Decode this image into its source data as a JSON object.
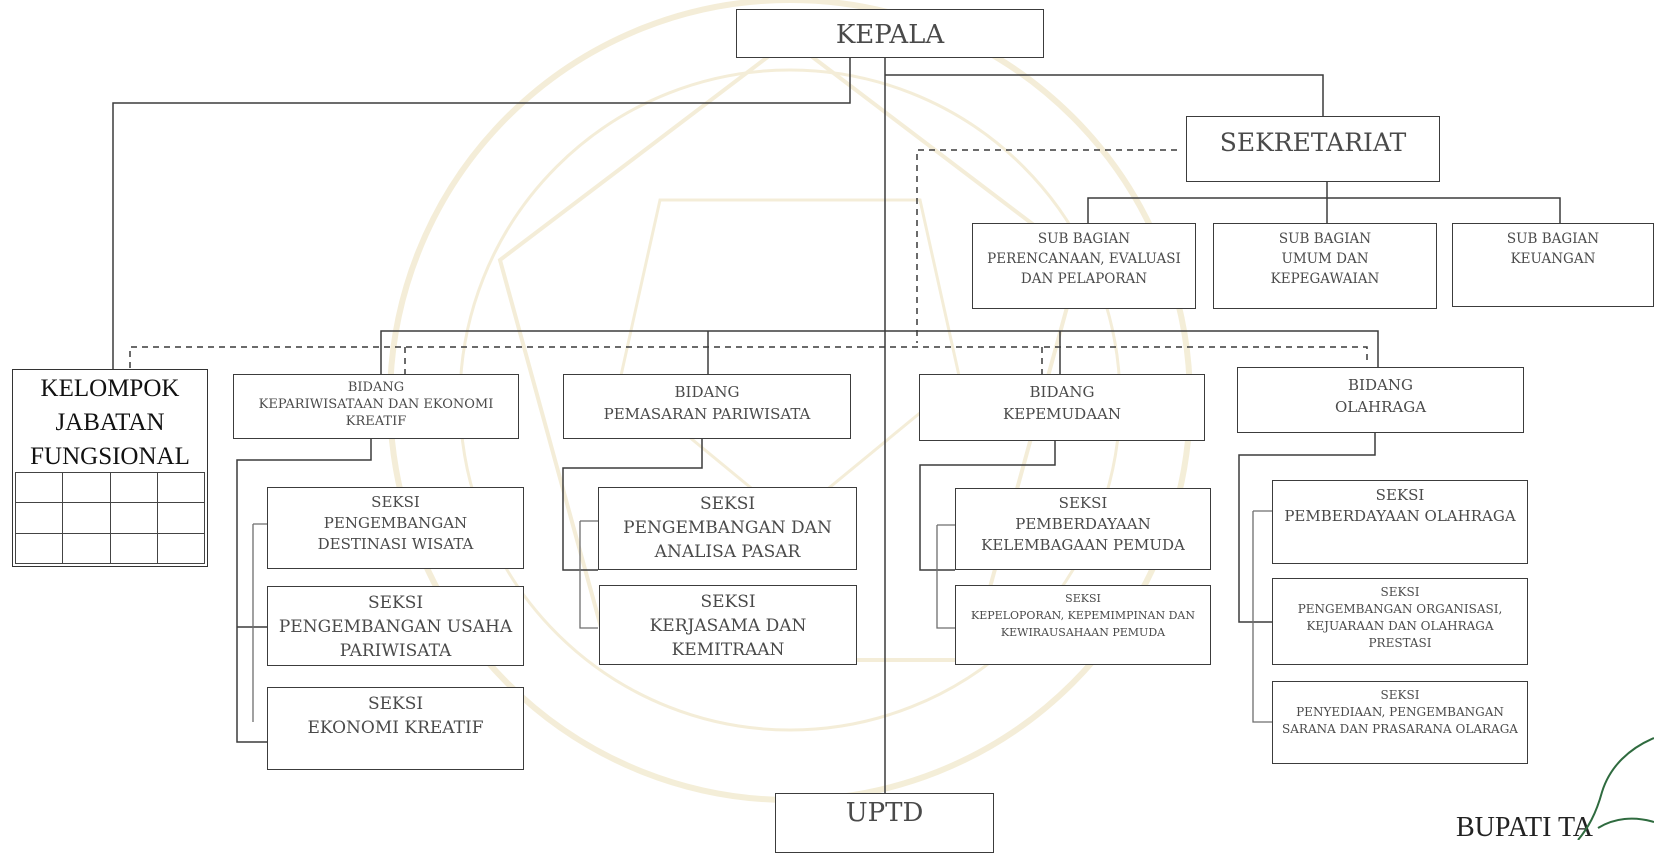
{
  "kepala": {
    "lines": [
      "KEPALA"
    ]
  },
  "sekretariat": {
    "lines": [
      "SEKRETARIAT"
    ]
  },
  "sub_bagian": [
    {
      "lines": [
        "SUB BAGIAN",
        "PERENCANAAN, EVALUASI",
        "DAN PELAPORAN"
      ]
    },
    {
      "lines": [
        "SUB BAGIAN",
        "UMUM DAN",
        "KEPEGAWAIAN"
      ]
    },
    {
      "lines": [
        "SUB BAGIAN",
        "KEUANGAN"
      ]
    }
  ],
  "kelompok_jabatan_fungsional": {
    "lines": [
      "KELOMPOK",
      "JABATAN",
      "FUNGSIONAL"
    ]
  },
  "bidang": [
    {
      "lines": [
        "BIDANG",
        "KEPARIWISATAAN DAN EKONOMI",
        "KREATIF"
      ],
      "seksi": [
        {
          "lines": [
            "SEKSI",
            "PENGEMBANGAN",
            "DESTINASI WISATA"
          ]
        },
        {
          "lines": [
            "SEKSI",
            "PENGEMBANGAN USAHA",
            "PARIWISATA"
          ]
        },
        {
          "lines": [
            "SEKSI",
            "EKONOMI KREATIF"
          ]
        }
      ]
    },
    {
      "lines": [
        "BIDANG",
        "PEMASARAN PARIWISATA"
      ],
      "seksi": [
        {
          "lines": [
            "SEKSI",
            "PENGEMBANGAN DAN",
            "ANALISA PASAR"
          ]
        },
        {
          "lines": [
            "SEKSI",
            "KERJASAMA DAN",
            "KEMITRAAN"
          ]
        }
      ]
    },
    {
      "lines": [
        "BIDANG",
        "KEPEMUDAAN"
      ],
      "seksi": [
        {
          "lines": [
            "SEKSI",
            "PEMBERDAYAAN",
            "KELEMBAGAAN PEMUDA"
          ]
        },
        {
          "lines": [
            "SEKSI",
            "KEPELOPORAN, KEPEMIMPINAN DAN",
            "KEWIRAUSAHAAN PEMUDA"
          ]
        }
      ]
    },
    {
      "lines": [
        "BIDANG",
        "OLAHRAGA"
      ],
      "seksi": [
        {
          "lines": [
            "SEKSI",
            "PEMBERDAYAAN OLAHRAGA"
          ]
        },
        {
          "lines": [
            "SEKSI",
            "PENGEMBANGAN ORGANISASI,",
            "KEJUARAAN DAN OLAHRAGA",
            "PRESTASI"
          ]
        },
        {
          "lines": [
            "SEKSI",
            "PENYEDIAAN, PENGEMBANGAN",
            "SARANA DAN PRASARANA OLARAGA"
          ]
        }
      ]
    }
  ],
  "uptd": {
    "lines": [
      "UPTD"
    ]
  },
  "footer": {
    "signatory": "BUPATI TA"
  }
}
